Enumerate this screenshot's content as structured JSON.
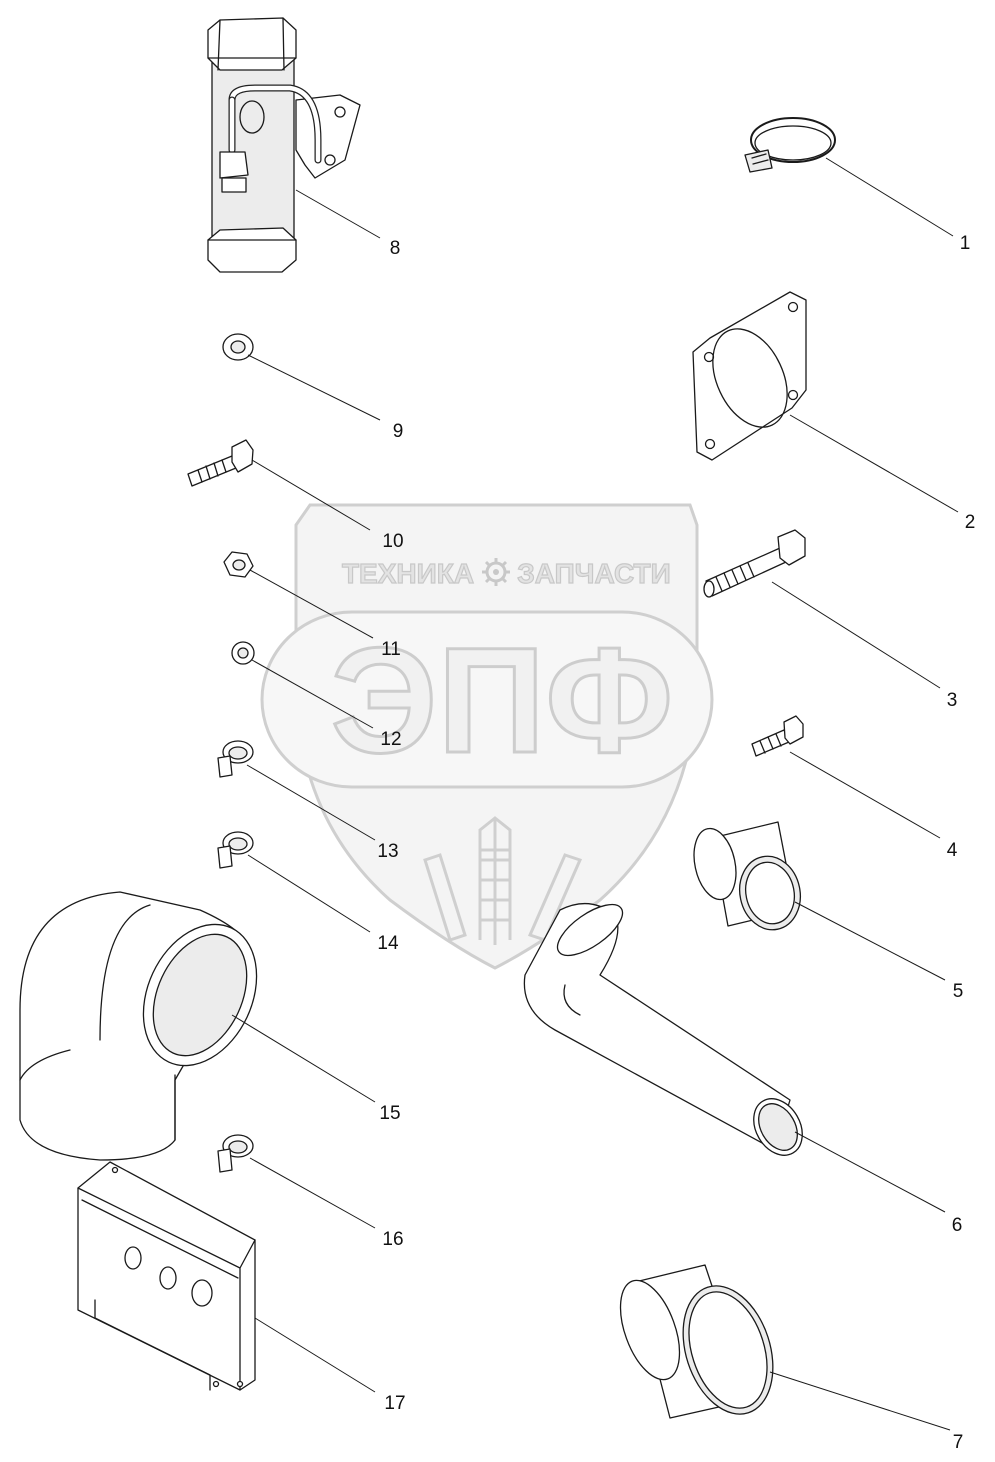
{
  "watermark": {
    "line1_left": "ТЕХНИКА",
    "line1_right": "ЗАПЧАСТИ",
    "logo": "ЭПФ"
  },
  "callouts": [
    "1",
    "2",
    "3",
    "4",
    "5",
    "6",
    "7",
    "8",
    "9",
    "10",
    "11",
    "12",
    "13",
    "14",
    "15",
    "16",
    "17"
  ],
  "icons": {
    "gear": "gear-icon",
    "wheat": "wheat-ear-icon"
  }
}
